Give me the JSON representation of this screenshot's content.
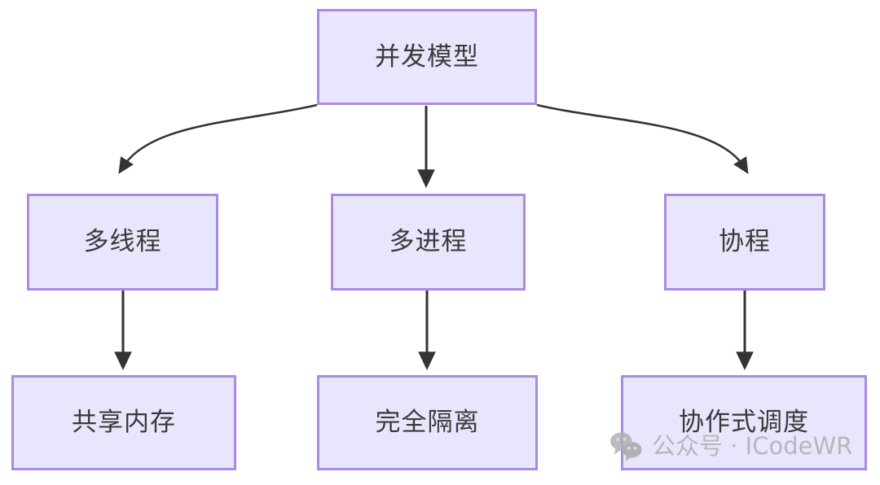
{
  "diagram": {
    "type": "flowchart",
    "direction": "top-down",
    "background_color": "#ffffff",
    "node_fill_color": "#e8e6fc",
    "node_border_color": "#ab8ae0",
    "node_text_color": "#3a3a3a",
    "edge_color": "#333333",
    "nodes": [
      {
        "id": "root",
        "label": "并发模型",
        "row": 0,
        "column": 1
      },
      {
        "id": "thread",
        "label": "多线程",
        "row": 1,
        "column": 0
      },
      {
        "id": "process",
        "label": "多进程",
        "row": 1,
        "column": 1
      },
      {
        "id": "coroutine",
        "label": "协程",
        "row": 1,
        "column": 2
      },
      {
        "id": "shared-memory",
        "label": "共享内存",
        "row": 2,
        "column": 0
      },
      {
        "id": "isolation",
        "label": "完全隔离",
        "row": 2,
        "column": 1
      },
      {
        "id": "cooperative",
        "label": "协作式调度",
        "row": 2,
        "column": 2
      }
    ],
    "edges": [
      {
        "from": "root",
        "to": "thread",
        "style": "curved",
        "arrow": "end"
      },
      {
        "from": "root",
        "to": "process",
        "style": "straight",
        "arrow": "end"
      },
      {
        "from": "root",
        "to": "coroutine",
        "style": "curved",
        "arrow": "end"
      },
      {
        "from": "thread",
        "to": "shared-memory",
        "style": "straight",
        "arrow": "end"
      },
      {
        "from": "process",
        "to": "isolation",
        "style": "straight",
        "arrow": "end"
      },
      {
        "from": "coroutine",
        "to": "cooperative",
        "style": "straight",
        "arrow": "end"
      }
    ]
  },
  "watermark": {
    "icon": "wechat-icon",
    "text": "公众号 · ICodeWR",
    "color": "#b3b3b3"
  }
}
